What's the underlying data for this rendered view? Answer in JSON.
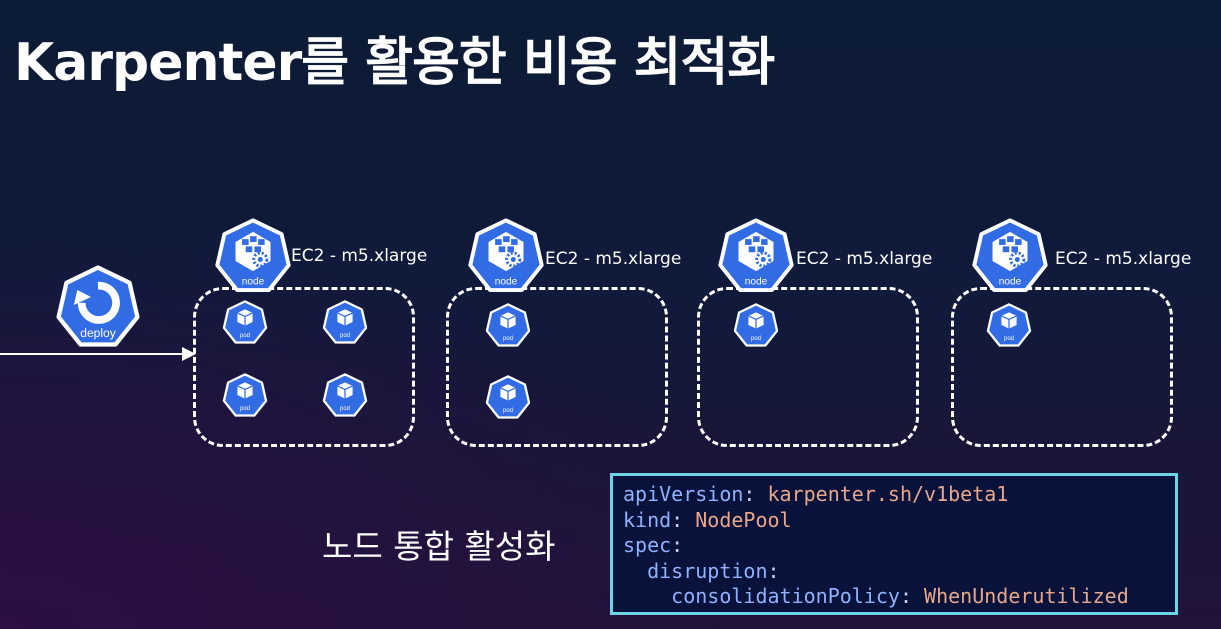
{
  "title": "Karpenter를 활용한 비용 최적화",
  "deploy": {
    "label": "deploy"
  },
  "nodes": [
    {
      "instance_label": "EC2 - m5.xlarge",
      "icon_label": "node",
      "pod_count": 4
    },
    {
      "instance_label": "EC2 - m5.xlarge",
      "icon_label": "node",
      "pod_count": 2
    },
    {
      "instance_label": "EC2 - m5.xlarge",
      "icon_label": "node",
      "pod_count": 1
    },
    {
      "instance_label": "EC2 - m5.xlarge",
      "icon_label": "node",
      "pod_count": 1
    }
  ],
  "pod_label": "pod",
  "feature_label": "노드 통합 활성화",
  "code": {
    "line1_key": "apiVersion",
    "line1_value": "karpenter.sh/v1beta1",
    "line2_key": "kind",
    "line2_value": "NodePool",
    "line3_key": "spec",
    "line4_key": "disruption",
    "line5_key": "consolidationPolicy",
    "line5_value": "WhenUnderutilized"
  },
  "colors": {
    "k8s_blue": "#326ce5",
    "code_border": "#6fd3e8",
    "code_key": "#8fb2ff",
    "code_value": "#e8a68a"
  }
}
